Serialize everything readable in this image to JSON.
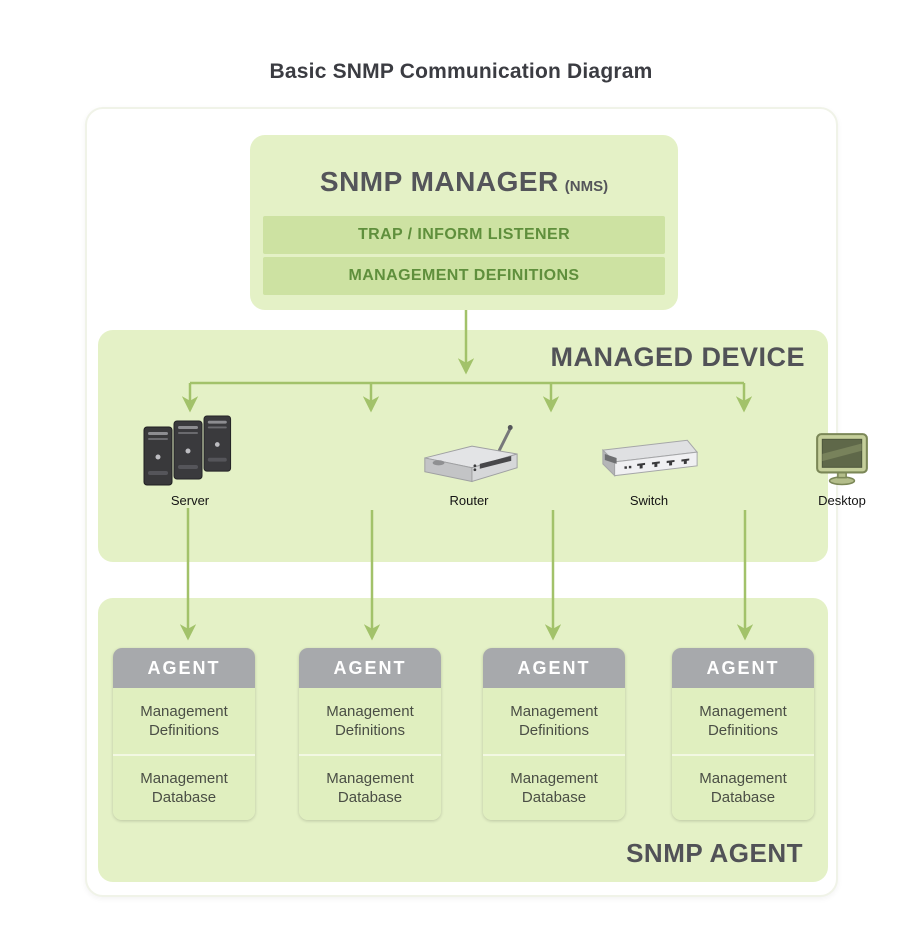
{
  "title": "Basic SNMP Communication Diagram",
  "colors": {
    "panel_green": "#e4f1c6",
    "row_green": "#cde2a2",
    "row_text_green": "#5f8f3c",
    "arrow_green": "#a2c26a",
    "agent_header_gray": "#a7a9ac",
    "heading_gray": "#515257"
  },
  "manager": {
    "title": "SNMP MANAGER",
    "subtitle": "(NMS)",
    "rows": [
      "TRAP / INFORM LISTENER",
      "MANAGEMENT DEFINITIONS"
    ]
  },
  "managed_device": {
    "label": "MANAGED DEVICE",
    "devices": [
      {
        "name": "Server",
        "icon": "server-icon"
      },
      {
        "name": "Router",
        "icon": "router-icon"
      },
      {
        "name": "Switch",
        "icon": "switch-icon"
      },
      {
        "name": "Desktop",
        "icon": "desktop-icon"
      }
    ]
  },
  "agent_section": {
    "label": "SNMP AGENT",
    "agents": [
      {
        "header": "AGENT",
        "rows": [
          "Management Definitions",
          "Management Database"
        ]
      },
      {
        "header": "AGENT",
        "rows": [
          "Management Definitions",
          "Management Database"
        ]
      },
      {
        "header": "AGENT",
        "rows": [
          "Management Definitions",
          "Management Database"
        ]
      },
      {
        "header": "AGENT",
        "rows": [
          "Management Definitions",
          "Management Database"
        ]
      }
    ]
  }
}
